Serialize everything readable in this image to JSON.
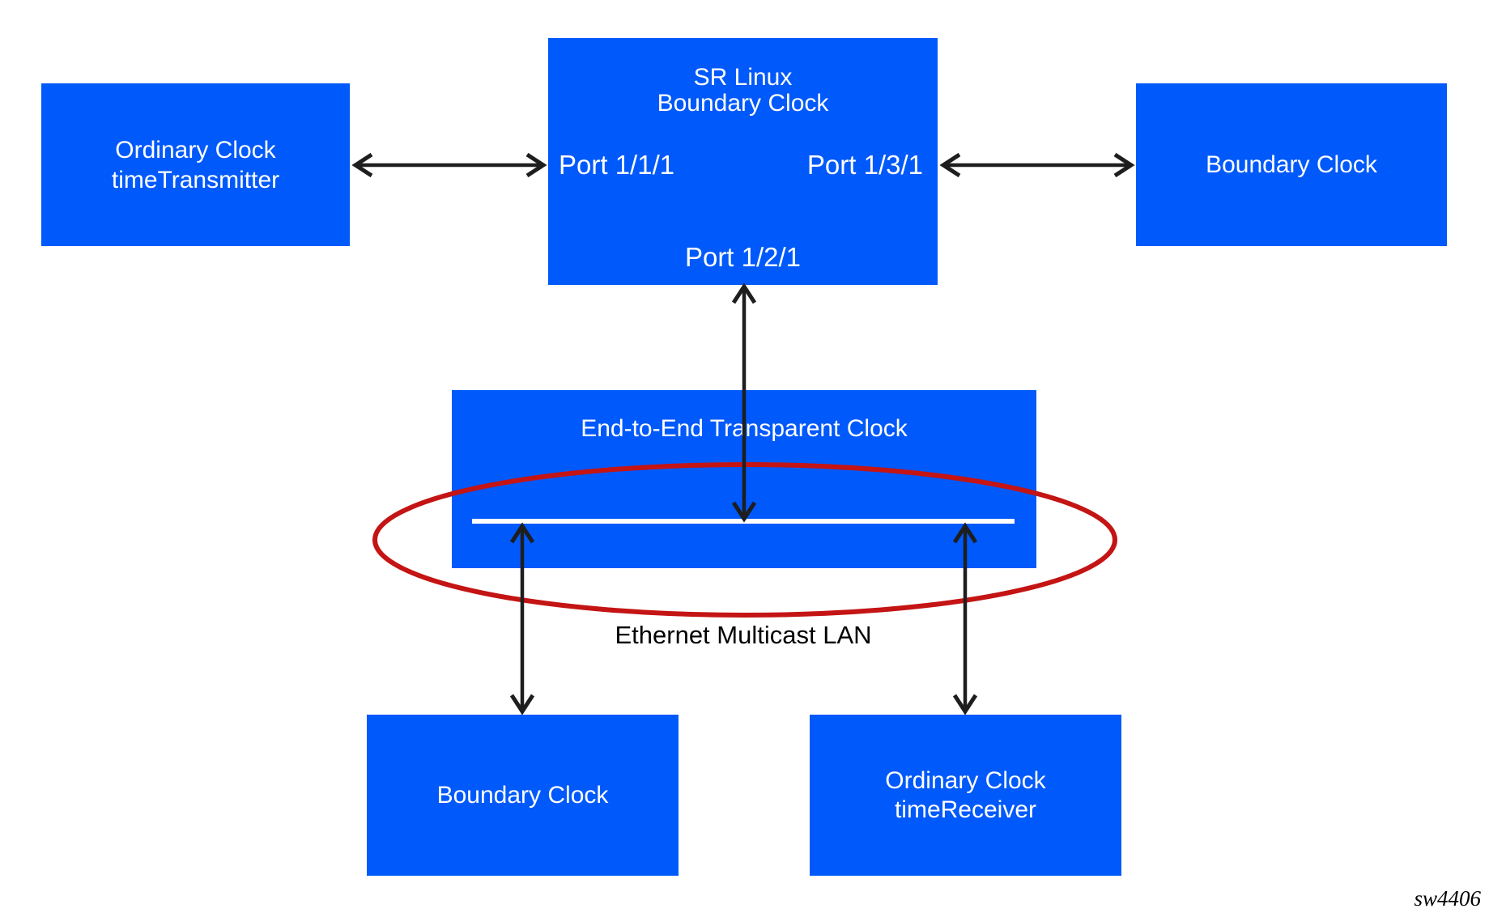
{
  "nodes": {
    "ordinary_transmitter": {
      "line1": "Ordinary Clock",
      "line2": "timeTransmitter"
    },
    "sr_linux": {
      "title1": "SR Linux",
      "title2": "Boundary Clock",
      "port_left": "Port 1/1/1",
      "port_right": "Port 1/3/1",
      "port_bottom": "Port 1/2/1"
    },
    "boundary_right": {
      "label": "Boundary Clock"
    },
    "transparent_clock": {
      "label": "End-to-End Transparent Clock"
    },
    "boundary_bottom": {
      "label": "Boundary Clock"
    },
    "ordinary_receiver": {
      "line1": "Ordinary Clock",
      "line2": "timeReceiver"
    }
  },
  "labels": {
    "lan": "Ethernet Multicast LAN",
    "figure_id": "sw4406"
  },
  "colors": {
    "node_fill": "#0059FB",
    "node_text": "#FFFFFF",
    "arrow": "#1E1E1E",
    "ellipse_stroke": "#C41414",
    "lan_line": "#FFFFFF",
    "background": "#FFFFFF",
    "label_text": "#000000"
  }
}
